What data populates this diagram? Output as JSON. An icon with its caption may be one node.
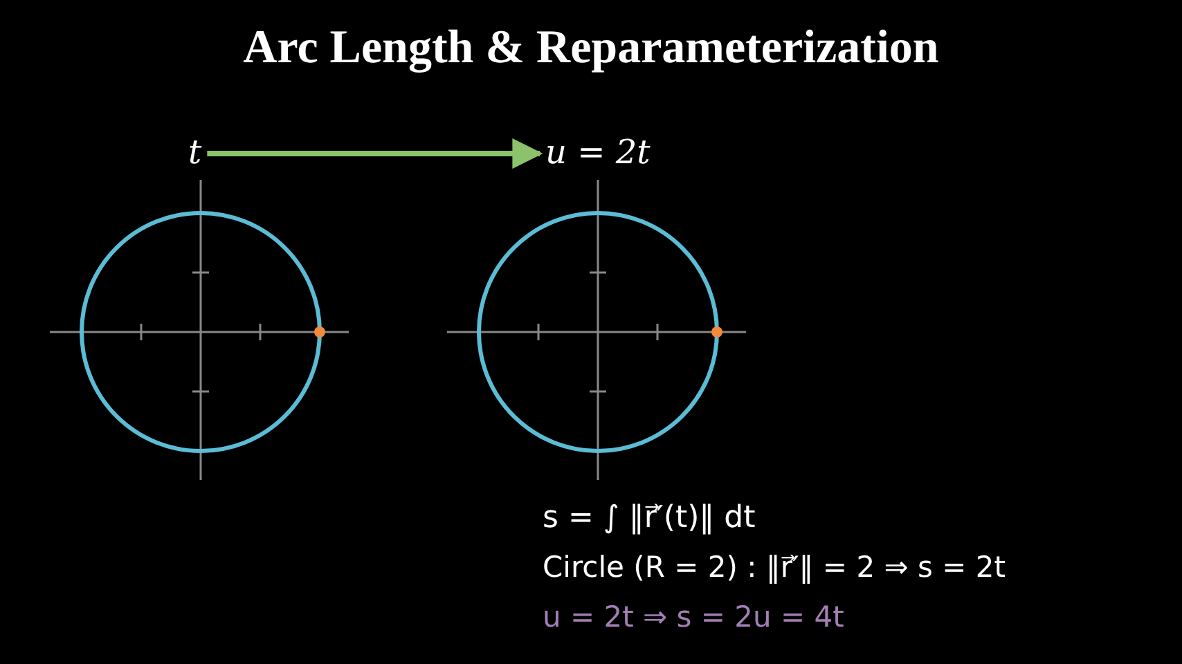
{
  "diagram": {
    "title": "Arc Length & Reparameterization",
    "nodes": [
      {
        "text": [
          "t"
        ]
      },
      {
        "text": [
          "u = 2t"
        ]
      }
    ],
    "edges": [
      {
        "from": 0,
        "to": 1,
        "arrow": "to",
        "color": "#8cc26b"
      }
    ],
    "labels": [
      "s = ∫ ‖r⃗′(t)‖ dt",
      "Circle (R = 2) :  ‖r⃗′‖ = 2  ⇒  s = 2t",
      "u = 2t  ⇒  s = 2u = 4t"
    ]
  }
}
